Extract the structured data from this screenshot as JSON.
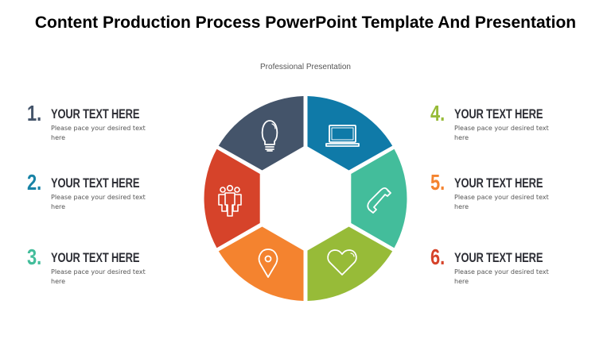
{
  "slide": {
    "title": "Content Production Process PowerPoint Template And Presentation",
    "subtitle": "Professional Presentation"
  },
  "colors": {
    "dark": "#44546a",
    "blue": "#0f7aa8",
    "teal": "#43bd9b",
    "green": "#97bb38",
    "orange": "#f4832f",
    "red": "#d6432a"
  },
  "items": [
    {
      "number": "1.",
      "heading": "YOUR TEXT HERE",
      "text": "Please pace your desired text here",
      "color": "#44546a"
    },
    {
      "number": "2.",
      "heading": "YOUR TEXT HERE",
      "text": "Please pace your desired text here",
      "color": "#1883a6"
    },
    {
      "number": "3.",
      "heading": "YOUR TEXT HERE",
      "text": "Please pace your desired text here",
      "color": "#43bd9b"
    },
    {
      "number": "4.",
      "heading": "YOUR TEXT HERE",
      "text": "Please pace your desired text here",
      "color": "#97bb38"
    },
    {
      "number": "5.",
      "heading": "YOUR TEXT HERE",
      "text": "Please pace your desired text here",
      "color": "#f4832f"
    },
    {
      "number": "6.",
      "heading": "YOUR TEXT HERE",
      "text": "Please pace your desired text here",
      "color": "#d6432a"
    }
  ],
  "wheel": {
    "segments": [
      {
        "name": "lightbulb-segment",
        "icon": "lightbulb-icon",
        "color": "#44546a"
      },
      {
        "name": "laptop-segment",
        "icon": "laptop-icon",
        "color": "#0f7aa8"
      },
      {
        "name": "phone-segment",
        "icon": "phone-icon",
        "color": "#43bd9b"
      },
      {
        "name": "heart-segment",
        "icon": "heart-icon",
        "color": "#97bb38"
      },
      {
        "name": "location-pin-segment",
        "icon": "location-pin-icon",
        "color": "#f4832f"
      },
      {
        "name": "team-segment",
        "icon": "team-icon",
        "color": "#d6432a"
      }
    ]
  }
}
